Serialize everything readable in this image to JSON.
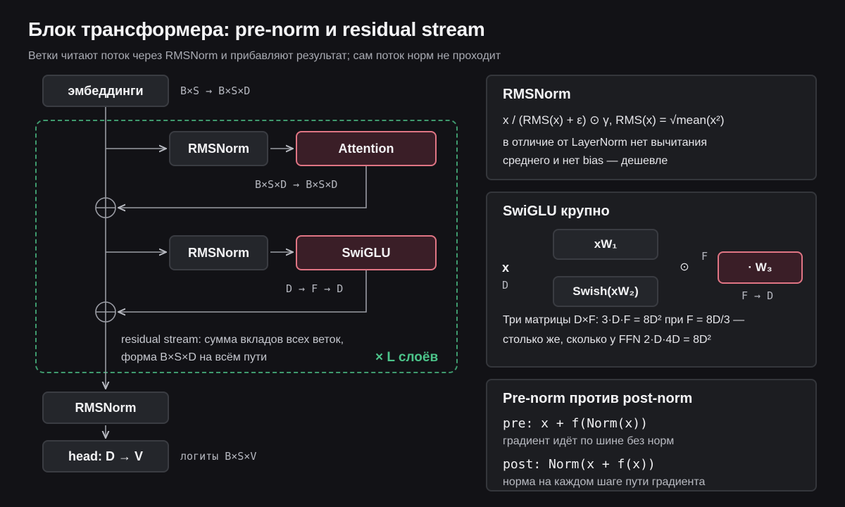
{
  "header": {
    "title": "Блок трансформера: pre-norm и residual stream",
    "subtitle": "Ветки читают поток через RMSNorm и прибавляют результат; сам поток норм не проходит"
  },
  "diagram": {
    "embeddings": {
      "label": "эмбеддинги",
      "shape": "B×S → B×S×D"
    },
    "block1": {
      "norm_label": "RMSNorm",
      "op_label": "Attention",
      "shape": "B×S×D → B×S×D"
    },
    "block2": {
      "norm_label": "RMSNorm",
      "op_label": "SwiGLU",
      "shape": "D → F → D"
    },
    "stream_note": [
      "residual stream: сумма вкладов всех веток,",
      "форма B×S×D на всём пути"
    ],
    "loop_label": "× L слоёв",
    "final_norm": {
      "label": "RMSNorm"
    },
    "head": {
      "label": "head: D → V",
      "shape": "логиты B×S×V"
    },
    "add_symbol": "+"
  },
  "cards": {
    "rmsnorm": {
      "title": "RMSNorm",
      "formula": "x / (RMS(x) + ε) ⊙ γ,  RMS(x) = √mean(x²)",
      "lines": [
        "в отличие от LayerNorm нет вычитания",
        "среднего и нет bias — дешевле"
      ]
    },
    "swiglu": {
      "title": "SwiGLU крупно",
      "input_label": "x",
      "input_dim": "D",
      "gate_a": "xW₁",
      "gate_b": "Swish(xW₂)",
      "mult_symbol": "⊙",
      "mid_dim": "F",
      "out_label": "· W₃",
      "out_shape": "F → D",
      "lines": [
        "Три матрицы D×F: 3·D·F = 8D² при F = 8D/3 —",
        "столько же, сколько у FFN 2·D·4D = 8D²"
      ]
    },
    "prepost": {
      "title": "Pre-norm против post-norm",
      "pre_code": "pre:  x + f(Norm(x))",
      "pre_note": "градиент идёт по шине без норм",
      "post_code": "post: Norm(x + f(x))",
      "post_note": "норма на каждом шаге пути градиента"
    }
  },
  "colors": {
    "background": "#121216",
    "node_fill": "#24262b",
    "accent_fill": "#3a1e27",
    "accent_border": "#e07584",
    "loop_border": "#3f9a6e",
    "loop_text": "#4cc48a",
    "wire": "#9a9ca4"
  }
}
